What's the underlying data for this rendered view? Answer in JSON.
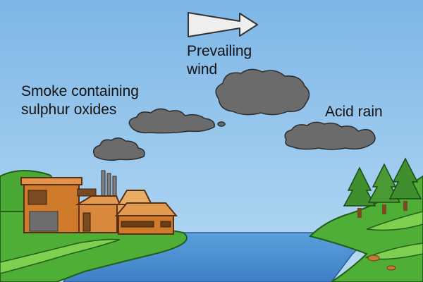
{
  "labels": {
    "wind": [
      "Prevailing",
      "wind"
    ],
    "smoke": [
      "Smoke containing",
      "sulphur oxides"
    ],
    "acid_rain": "Acid rain"
  },
  "colors": {
    "sky": "#8fc3ea",
    "grass": "#46a530",
    "grass_light": "#7ccb49",
    "water": "#4b8fd3",
    "cloud": "#6b6b6b",
    "factory": "#d07a2c",
    "trees": "#3f8f2e",
    "arrow": "#eeeeee"
  },
  "icons": [
    "wind-arrow-icon",
    "cloud-icon",
    "factory-icon",
    "tree-icon"
  ]
}
